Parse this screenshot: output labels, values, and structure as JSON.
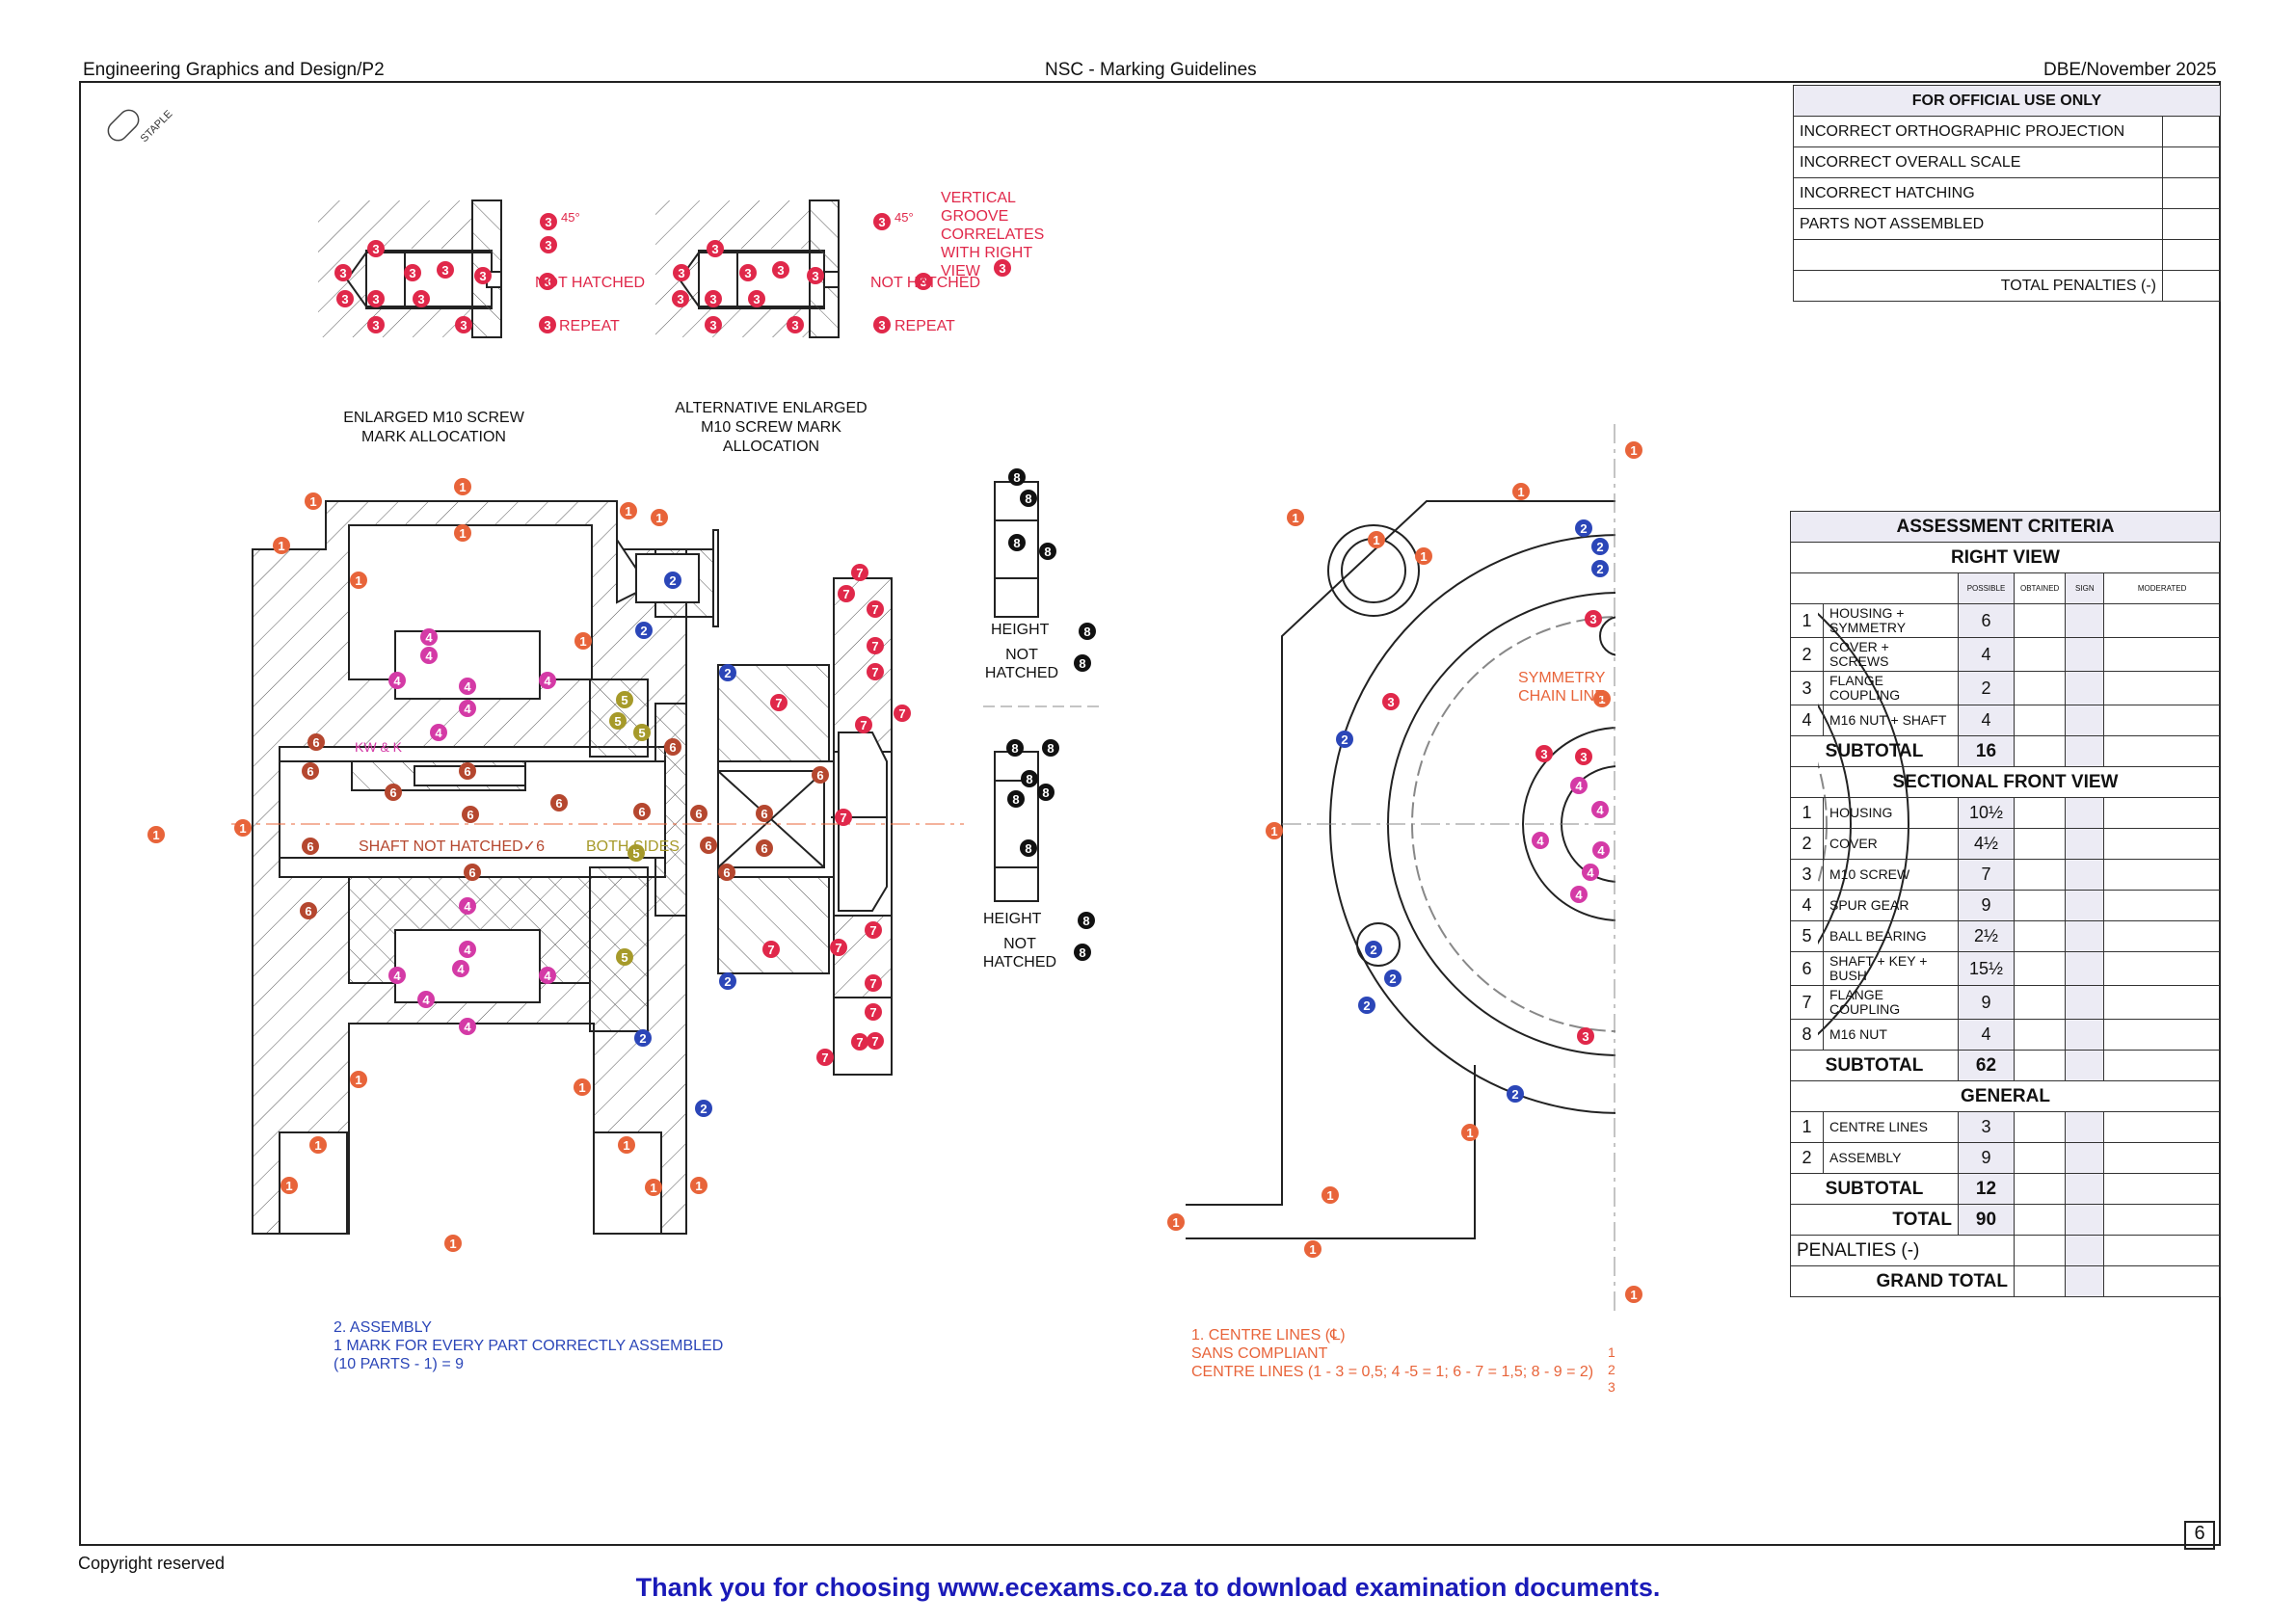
{
  "header": {
    "left": "Engineering Graphics and Design/P2",
    "center": "NSC  - Marking Guidelines",
    "right": "DBE/November 2025"
  },
  "official": {
    "title": "FOR OFFICIAL USE ONLY",
    "rows": [
      "INCORRECT ORTHOGRAPHIC PROJECTION",
      "INCORRECT OVERALL SCALE",
      "INCORRECT HATCHING",
      "PARTS NOT ASSEMBLED",
      ""
    ],
    "total_label": "TOTAL PENALTIES (-)"
  },
  "criteria": {
    "title": "ASSESSMENT CRITERIA",
    "right_view": "RIGHT VIEW",
    "col_possible": "POSSIBLE",
    "col_obtained": "OBTAINED",
    "col_sign": "SIGN",
    "col_moderated": "MODERATED",
    "rv_rows": [
      {
        "n": "1",
        "item": "HOUSING + SYMMETRY",
        "marks": "6"
      },
      {
        "n": "2",
        "item": "COVER + SCREWS",
        "marks": "4"
      },
      {
        "n": "3",
        "item": "FLANGE COUPLING",
        "marks": "2"
      },
      {
        "n": "4",
        "item": "M16 NUT + SHAFT",
        "marks": "4"
      }
    ],
    "subtotal_label": "SUBTOTAL",
    "rv_subtotal": "16",
    "sfv": "SECTIONAL FRONT VIEW",
    "sfv_rows": [
      {
        "n": "1",
        "item": "HOUSING",
        "marks": "10½"
      },
      {
        "n": "2",
        "item": "COVER",
        "marks": "4½"
      },
      {
        "n": "3",
        "item": "M10 SCREW",
        "marks": "7"
      },
      {
        "n": "4",
        "item": "SPUR GEAR",
        "marks": "9"
      },
      {
        "n": "5",
        "item": "BALL BEARING",
        "marks": "2½"
      },
      {
        "n": "6",
        "item": "SHAFT + KEY + BUSH",
        "marks": "15½"
      },
      {
        "n": "7",
        "item": "FLANGE COUPLING",
        "marks": "9"
      },
      {
        "n": "8",
        "item": "M16 NUT",
        "marks": "4"
      }
    ],
    "sfv_subtotal": "62",
    "general": "GENERAL",
    "gen_rows": [
      {
        "n": "1",
        "item": "CENTRE LINES",
        "marks": "3"
      },
      {
        "n": "2",
        "item": "ASSEMBLY",
        "marks": "9"
      }
    ],
    "gen_subtotal": "12",
    "total_label": "TOTAL",
    "total": "90",
    "penalties": "PENALTIES (-)",
    "grand_total": "GRAND TOTAL"
  },
  "captions": {
    "enlarged": "ENLARGED M10 SCREW MARK ALLOCATION",
    "alternative": "ALTERNATIVE ENLARGED M10 SCREW MARK ALLOCATION",
    "staple": "STAPLE",
    "not_hatched": "NOT HATCHED",
    "repeat": "REPEAT",
    "deg45": "45°",
    "vertical_groove": "VERTICAL GROOVE CORRELATES WITH RIGHT VIEW",
    "height": "HEIGHT",
    "not_hatched2": "NOT HATCHED",
    "shaft_not_hatched": "SHAFT NOT HATCHED✓6",
    "both_sides": "BOTH SIDES",
    "kw_k": "KW & K",
    "symmetry": "SYMMETRY CHAIN LINE"
  },
  "notes": {
    "assembly_1": "2.  ASSEMBLY",
    "assembly_2": "1 MARK FOR EVERY PART CORRECTLY ASSEMBLED",
    "assembly_3": "(10 PARTS - 1) = 9",
    "centre_1": "1.  CENTRE  LINES (℄)",
    "centre_2": "SANS COMPLIANT",
    "centre_3": "CENTRE LINES (1 - 3 = 0,5;  4 -5 = 1; 6 - 7 = 1,5; 8 - 9 = 2)",
    "scale": "1\n2\n3"
  },
  "footer": {
    "page": "6",
    "copyright": "Copyright reserved",
    "thanks": "Thank you for choosing www.ecexams.co.za  to download examination documents."
  },
  "colors": {
    "orange": "#e8643a",
    "red": "#e0284a",
    "pink": "#d43aa6",
    "blue": "#2b46b8",
    "brown": "#b5472f",
    "olive": "#a69a2a",
    "black": "#111111"
  }
}
